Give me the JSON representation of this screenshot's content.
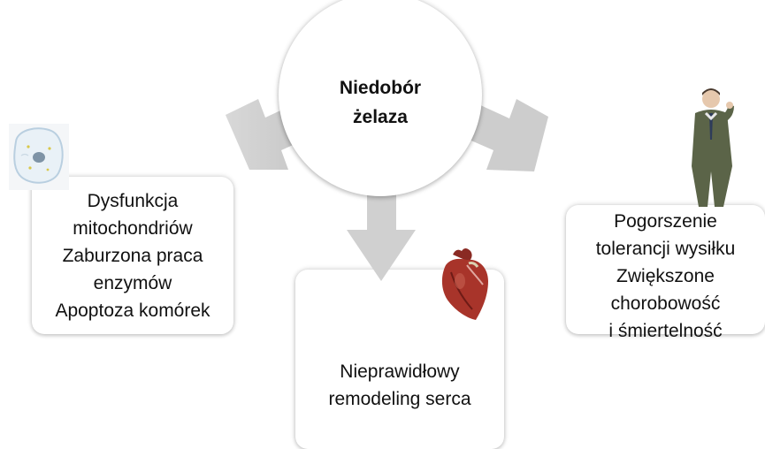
{
  "center": {
    "line1": "Niedobór",
    "line2": "żelaza"
  },
  "left_box": {
    "lines": [
      "Dysfunkcja",
      "mitochondriów",
      "Zaburzona praca",
      "enzymów",
      "Apoptoza komórek"
    ]
  },
  "center_box": {
    "lines": [
      "Nieprawidłowy",
      "remodeling serca"
    ]
  },
  "right_box": {
    "lines": [
      "Pogorszenie",
      "tolerancji wysiłku",
      "Zwiększone",
      "chorobowość",
      "i śmiertelność"
    ]
  },
  "colors": {
    "arrow": "#d4d4d4",
    "box_background": "#ffffff",
    "text": "#111111"
  },
  "icons": [
    "cell-icon",
    "heart-icon",
    "coughing-man-icon"
  ]
}
